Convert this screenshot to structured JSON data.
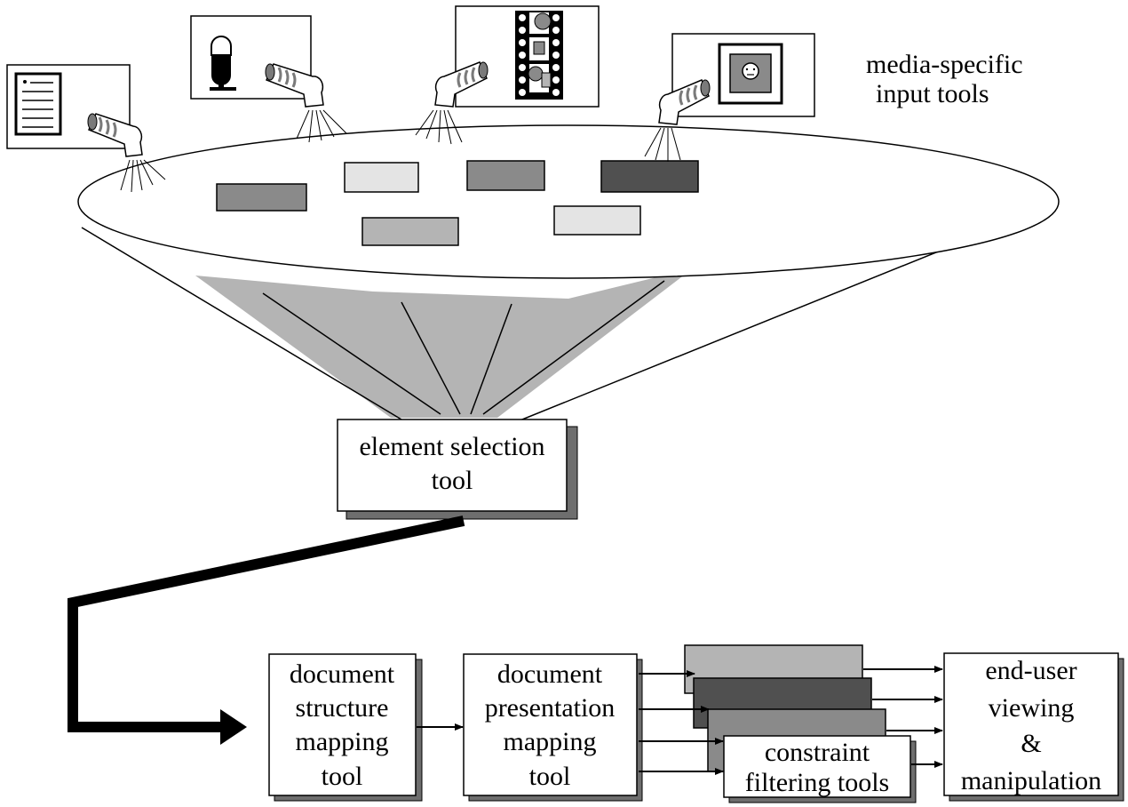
{
  "caption": {
    "line1": "media-specific",
    "line2": "input tools"
  },
  "input_tools": [
    {
      "icon": "document-icon"
    },
    {
      "icon": "microphone-icon"
    },
    {
      "icon": "film-strip-icon"
    },
    {
      "icon": "framed-picture-icon"
    }
  ],
  "element_selection": {
    "line1": "element selection",
    "line2": "tool"
  },
  "structure_mapping": {
    "line1": "document",
    "line2": "structure",
    "line3": "mapping",
    "line4": "tool"
  },
  "presentation_mapping": {
    "line1": "document",
    "line2": "presentation",
    "line3": "mapping",
    "line4": "tool"
  },
  "constraint_filtering": {
    "line1": "constraint",
    "line2": "filtering tools"
  },
  "end_user": {
    "line1": "end-user",
    "line2": "viewing",
    "line3": "&",
    "line4": "manipulation"
  },
  "colors": {
    "shadow": "#6e6e6e",
    "funnel_fill": "#b4b4b4",
    "light_gray": "#e4e4e4",
    "mid_gray": "#8a8a8a",
    "dark_gray": "#505050",
    "pipe_cap": "#7a7a7a"
  }
}
